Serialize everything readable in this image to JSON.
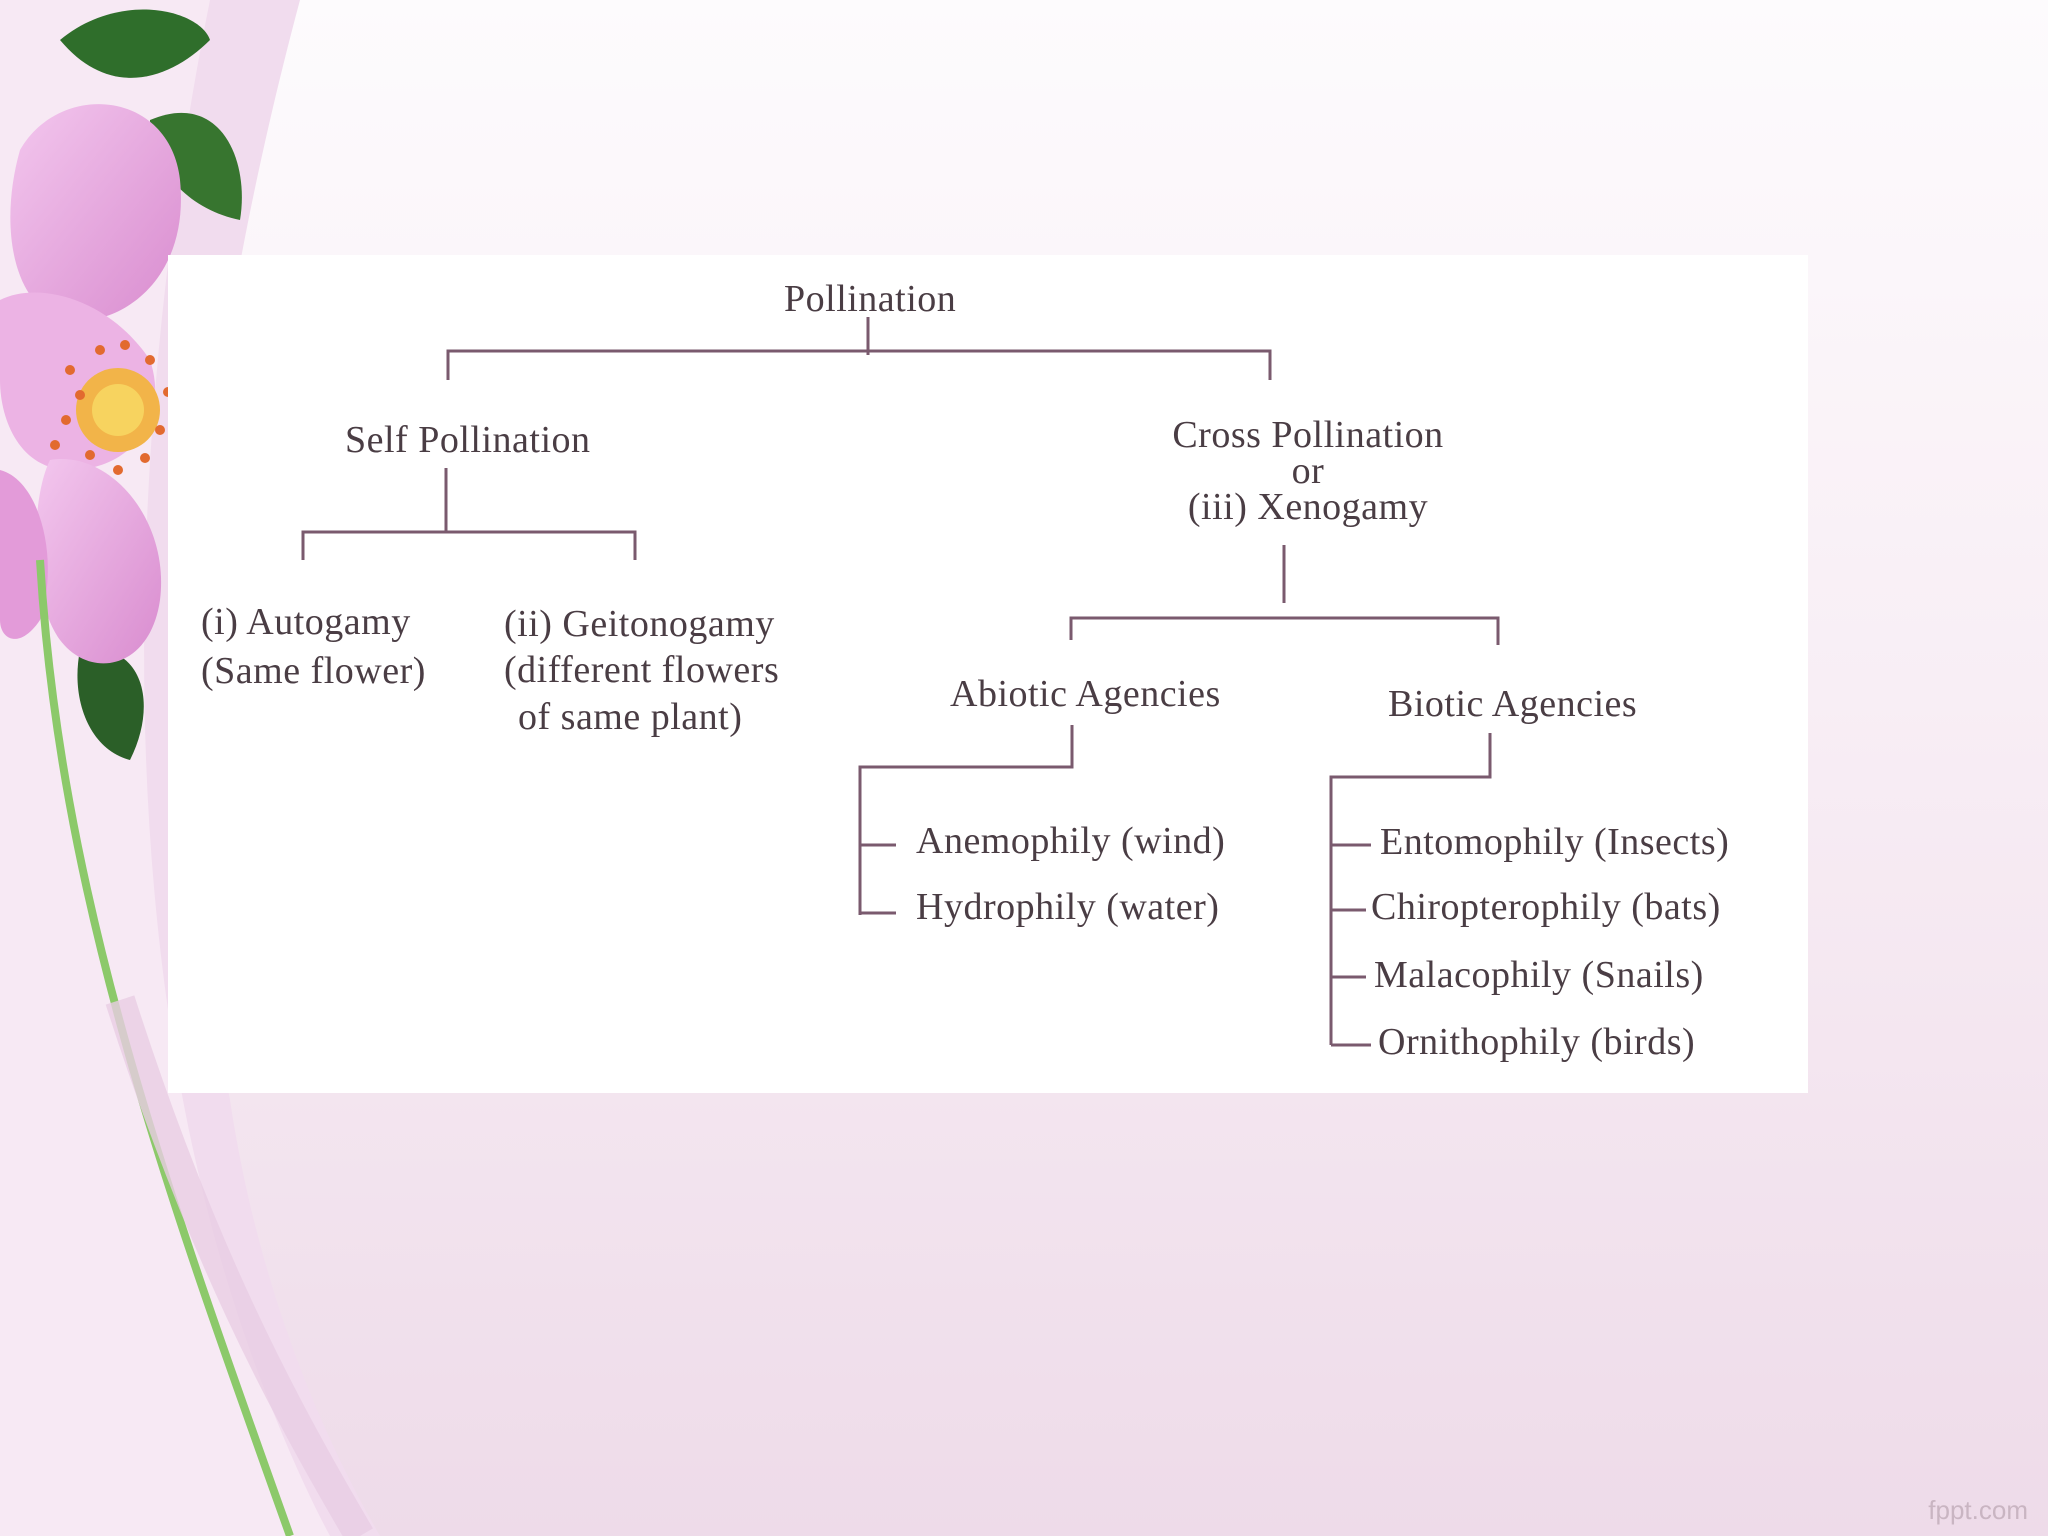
{
  "diagram": {
    "root": "Pollination",
    "self": {
      "label": "Self Pollination",
      "autogamy_1": "(i) Autogamy",
      "autogamy_2": "(Same flower)",
      "geitonogamy_1": "(ii) Geitonogamy",
      "geitonogamy_2": "(different flowers",
      "geitonogamy_3": "of same plant)"
    },
    "cross": {
      "label_1": "Cross Pollination",
      "label_2": "or",
      "label_3": "(iii) Xenogamy",
      "abiotic": {
        "label": "Abiotic Agencies",
        "items": [
          "Anemophily (wind)",
          "Hydrophily (water)"
        ]
      },
      "biotic": {
        "label": "Biotic Agencies",
        "items": [
          "Entomophily (Insects)",
          "Chiropterophily (bats)",
          "Malacophily (Snails)",
          "Ornithophily (birds)"
        ]
      }
    }
  },
  "watermark": "fppt.com",
  "colors": {
    "line": "#7a5a6e",
    "text": "#4a3d44",
    "petal": "#e7a6dc",
    "leaf": "#2e6b2a",
    "stem": "#8cc96a"
  }
}
